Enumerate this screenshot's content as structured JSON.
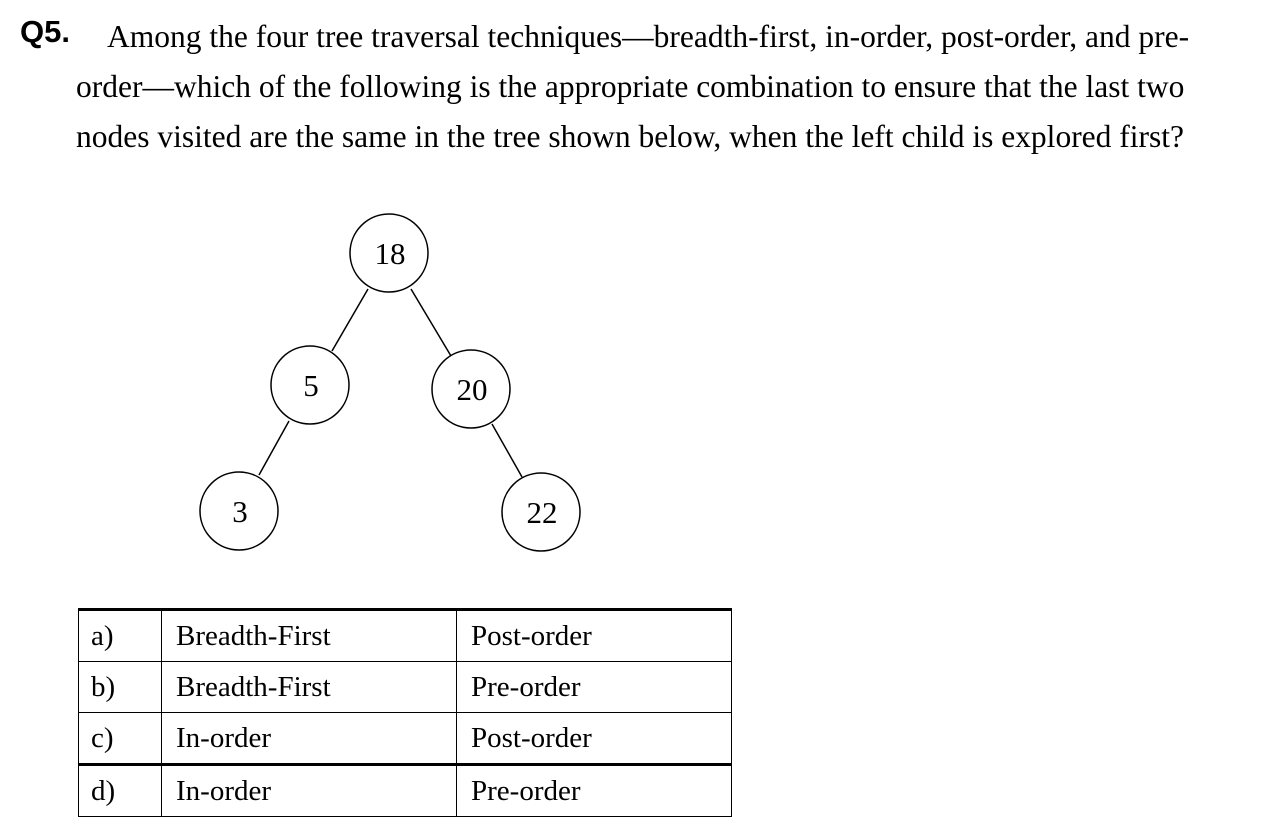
{
  "question": {
    "label": "Q5.",
    "lines": [
      "Among the four tree traversal techniques—breadth-first, in-order, post-order, and pre-",
      "order—which of the following is the appropriate combination to ensure that the last two",
      "nodes visited are the same in the tree shown below, when the left child is explored first?"
    ]
  },
  "tree": {
    "nodes": [
      {
        "id": "root",
        "value": "18"
      },
      {
        "id": "left",
        "value": "5"
      },
      {
        "id": "right",
        "value": "20"
      },
      {
        "id": "left-left",
        "value": "3"
      },
      {
        "id": "right-right",
        "value": "22"
      }
    ],
    "edges": [
      [
        "18",
        "5"
      ],
      [
        "18",
        "20"
      ],
      [
        "5",
        "3"
      ],
      [
        "20",
        "22"
      ]
    ]
  },
  "options": [
    {
      "letter": "a)",
      "first": "Breadth-First",
      "second": "Post-order"
    },
    {
      "letter": "b)",
      "first": "Breadth-First",
      "second": "Pre-order"
    },
    {
      "letter": "c)",
      "first": "In-order",
      "second": "Post-order"
    },
    {
      "letter": "d)",
      "first": "In-order",
      "second": "Pre-order"
    }
  ]
}
